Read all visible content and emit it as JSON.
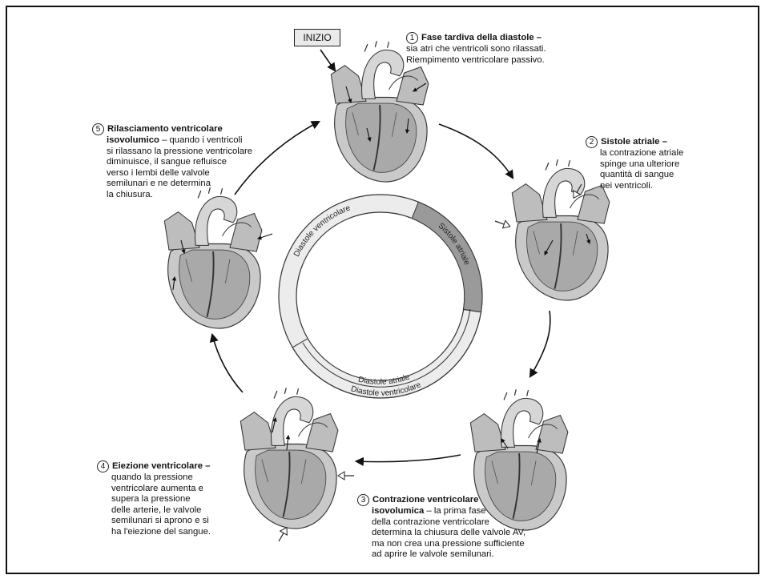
{
  "start_label": "INIZIO",
  "steps": [
    {
      "num": "1",
      "title": "Fase tardiva della diastole",
      "dash": "–",
      "lines": [
        "sia atri che ventricoli sono rilassati.",
        "Riempimento ventricolare passivo."
      ]
    },
    {
      "num": "2",
      "title": "Sistole atriale",
      "dash": "–",
      "lines": [
        "la contrazione atriale",
        "spinge una ulteriore",
        "quantità di sangue",
        "nei ventricoli."
      ]
    },
    {
      "num": "3",
      "title_lines": [
        "Contrazione ventricolare",
        "isovolumica"
      ],
      "dash": "–",
      "first_rest": "la prima fase",
      "lines": [
        "della contrazione ventricolare",
        "determina la chiusura delle valvole AV,",
        "ma non crea una pressione sufficiente",
        "ad aprire le valvole semilunari."
      ]
    },
    {
      "num": "4",
      "title": "Eiezione ventricolare",
      "dash": "–",
      "lines": [
        "quando la pressione",
        "ventricolare aumenta e",
        "supera la pressione",
        "delle arterie, le valvole",
        "semilunari si aprono e si",
        "ha l'eiezione del sangue."
      ]
    },
    {
      "num": "5",
      "title_lines": [
        "Rilasciamento ventricolare",
        "isovolumico"
      ],
      "dash": "–",
      "first_rest": "quando i ventricoli",
      "lines": [
        "si rilassano la pressione ventricolare",
        "diminuisce, il sangue refluisce",
        "verso i lembi delle valvole",
        "semilunari e ne determina",
        "la chiusura."
      ]
    }
  ],
  "ring": {
    "outer_top": "Diastole ventricolare",
    "systole_atrial": "Sistole atriale",
    "bottom_inner": "Diastole atriale",
    "bottom_outer": "Diastole ventricolare",
    "colors": {
      "light": "#ececec",
      "systole": "#9a9a9a",
      "stroke": "#333333"
    }
  },
  "colors": {
    "heart_fill": "#c9c9c9",
    "heart_dark": "#8f8f8f",
    "heart_stroke": "#333333",
    "arrow": "#111111"
  }
}
